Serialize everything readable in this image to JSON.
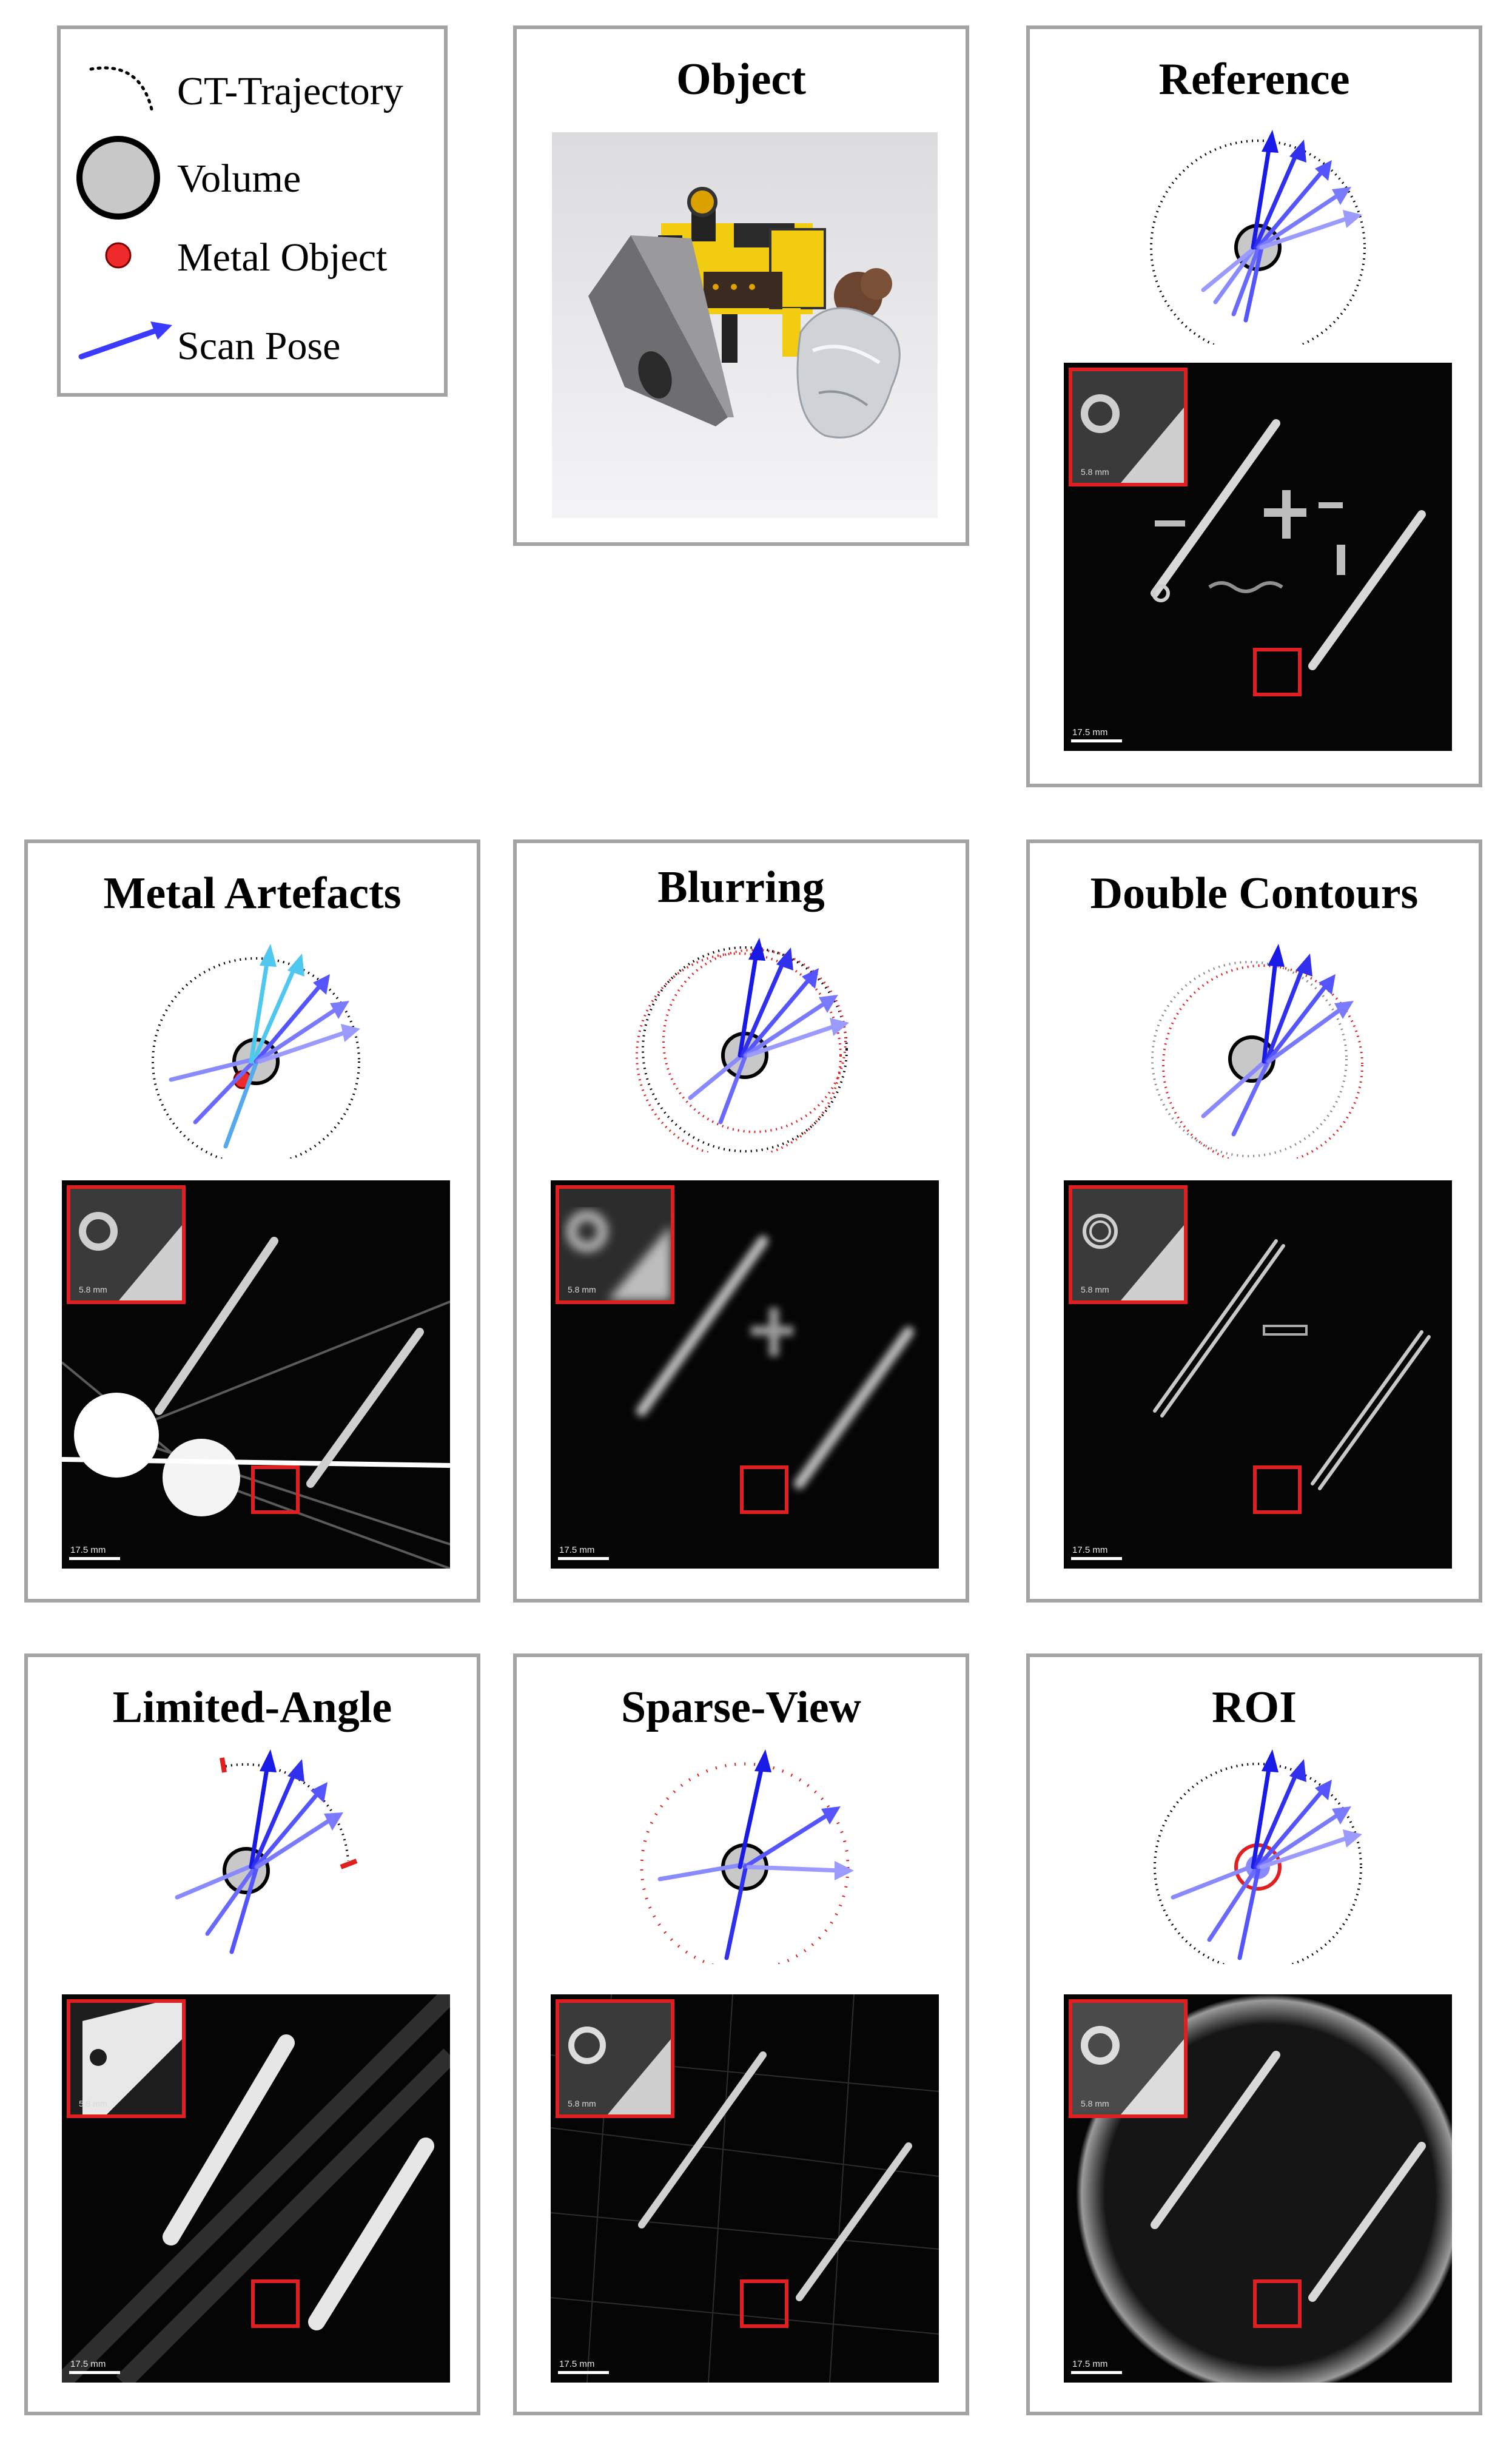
{
  "legend": {
    "items": [
      {
        "label": "CT-Trajectory",
        "icon": "dotted-arc-icon"
      },
      {
        "label": "Volume",
        "icon": "gray-circle-icon"
      },
      {
        "label": "Metal Object",
        "icon": "red-dot-icon"
      },
      {
        "label": "Scan Pose",
        "icon": "blue-arrow-icon"
      }
    ]
  },
  "panels": {
    "object": {
      "title": "Object"
    },
    "reference": {
      "title": "Reference"
    },
    "metal": {
      "title": "Metal Artefacts"
    },
    "blurring": {
      "title": "Blurring"
    },
    "double": {
      "title": "Double Contours"
    },
    "limited": {
      "title": "Limited-Angle"
    },
    "sparse": {
      "title": "Sparse-View"
    },
    "roi": {
      "title": "ROI"
    }
  },
  "scale": {
    "main": "17.5 mm",
    "inset": "5.8 mm"
  },
  "colors": {
    "pose_blue": "#1f1fe0",
    "pose_light_blue": "#7a7aff",
    "metal_cyan": "#4fc8f0",
    "red": "#e02020",
    "volume_gray": "#c8c8c8",
    "frame_gray": "#a3a3a3"
  }
}
